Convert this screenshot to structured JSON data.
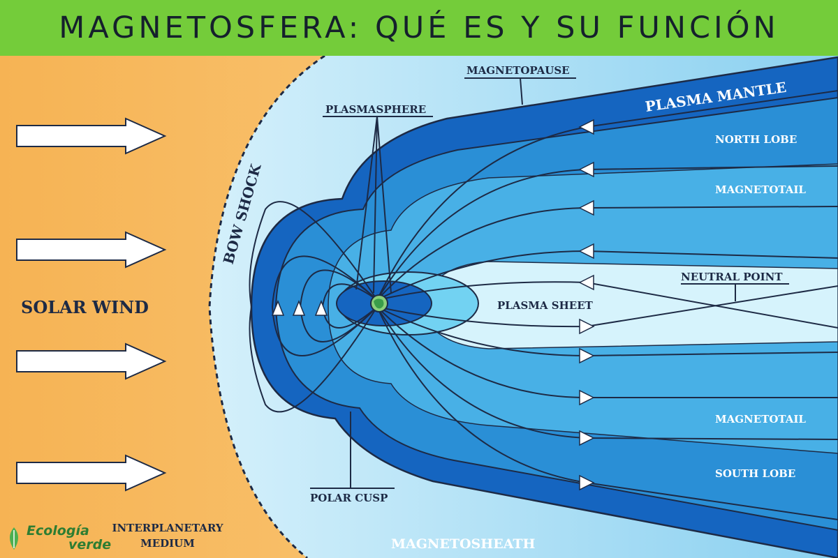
{
  "banner": {
    "title": "MAGNETOSFERA: QUÉ ES Y SU FUNCIÓN"
  },
  "labels": {
    "solar_wind": "SOLAR WIND",
    "bow_shock": "BOW SHOCK",
    "magnetopause": "MAGNETOPAUSE",
    "plasmasphere": "PLASMASPHERE",
    "plasma_mantle": "PLASMA MANTLE",
    "north_lobe": "NORTH LOBE",
    "magnetotail_top": "MAGNETOTAIL",
    "neutral_point": "NEUTRAL POINT",
    "plasma_sheet": "PLASMA SHEET",
    "magnetotail_bottom": "MAGNETOTAIL",
    "south_lobe": "SOUTH LOBE",
    "polar_cusp": "POLAR CUSP",
    "magnetosheath": "MAGNETOSHEATH",
    "interplanetary_1": "INTERPLANETARY",
    "interplanetary_2": "MEDIUM"
  },
  "logo": {
    "line1": "Ecología",
    "line2": "verde"
  },
  "colors": {
    "banner": "#74cc3a",
    "solar_wind_region": "#f6b85c",
    "magnetosheath": "#b8e6f8",
    "magnetopause_band": "#1565c0",
    "lobe": "#2a8fd6",
    "plasma_sheet": "#d6f3fc",
    "field_line": "#1d2a45"
  }
}
